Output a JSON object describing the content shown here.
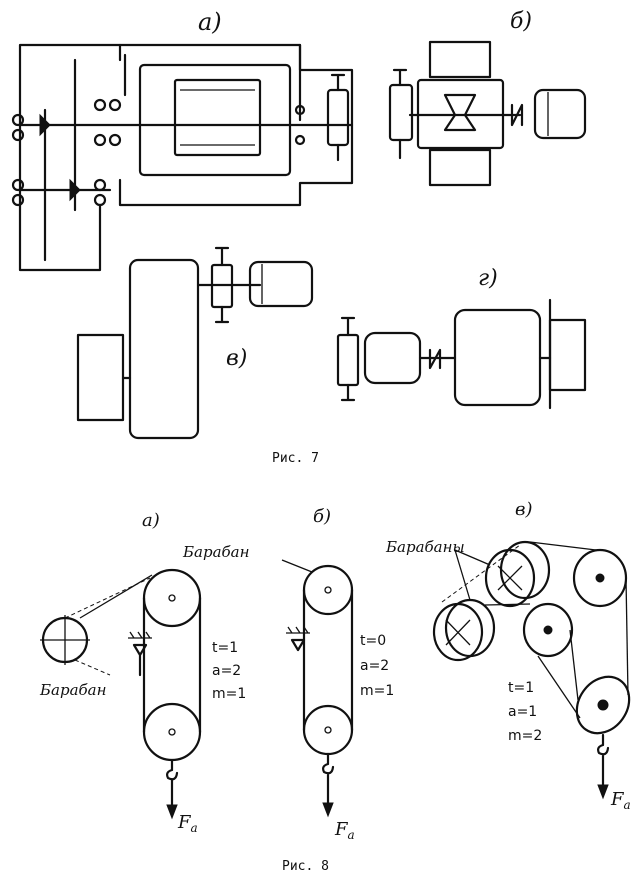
{
  "figure7": {
    "caption": "Рис. 7",
    "labels": {
      "a": "а)",
      "b": "б)",
      "v": "в)",
      "g": "г)"
    }
  },
  "figure8": {
    "caption": "Рис. 8",
    "labels": {
      "a": "а)",
      "b": "б)",
      "v": "в)"
    },
    "schemes": [
      {
        "drum_labels": [
          "Барабан",
          "Барабан"
        ],
        "params": [
          "t=1",
          "a=2",
          "m=1"
        ],
        "force": "F",
        "force_sub": "a"
      },
      {
        "drum_labels": [
          "Барабан"
        ],
        "params": [
          "t=0",
          "a=2",
          "m=1"
        ],
        "force": "F",
        "force_sub": "a"
      },
      {
        "drum_labels": [
          "Барабаны"
        ],
        "params": [
          "t=1",
          "a=1",
          "m=2"
        ],
        "force": "F",
        "force_sub": "a"
      }
    ]
  }
}
